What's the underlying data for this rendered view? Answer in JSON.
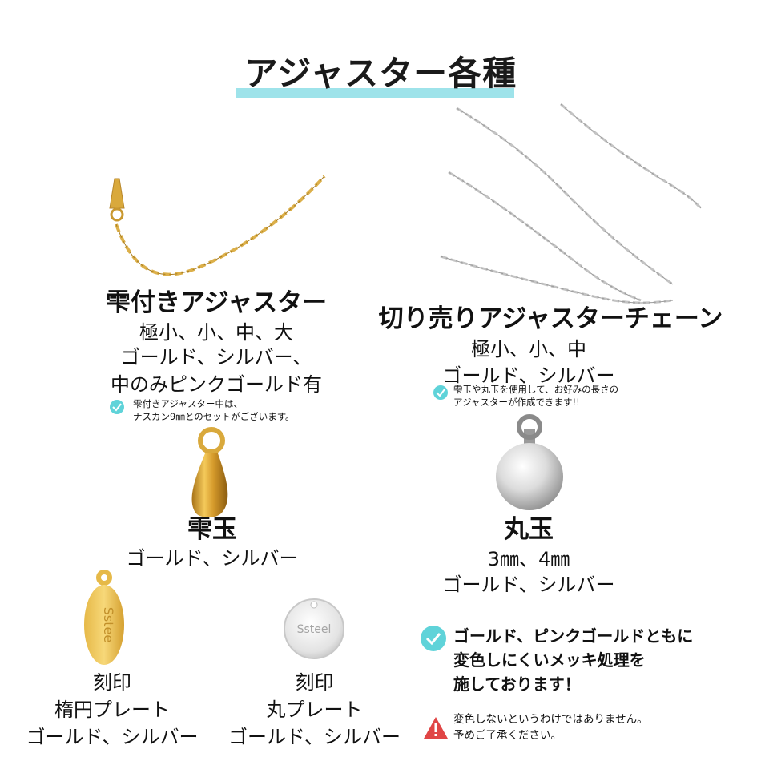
{
  "title": "アジャスター各種",
  "drop_adjuster": {
    "name": "雫付きアジャスター",
    "lines": [
      "極小、小、中、大",
      "ゴールド、シルバー、",
      "中のみピンクゴールド有"
    ],
    "note": [
      "雫付きアジャスター中は、",
      "ナスカン9㎜とのセットがございます。"
    ]
  },
  "cut_chain": {
    "name": "切り売りアジャスターチェーン",
    "lines": [
      "極小、小、中",
      "ゴールド、シルバー"
    ],
    "note": [
      "雫玉や丸玉を使用して、お好みの長さの",
      "アジャスターが作成できます!!"
    ]
  },
  "drop_ball": {
    "name": "雫玉",
    "lines": [
      "ゴールド、シルバー"
    ]
  },
  "round_ball": {
    "name": "丸玉",
    "lines": [
      "3㎜、4㎜",
      "ゴールド、シルバー"
    ]
  },
  "oval_plate": {
    "lines": [
      "刻印",
      "楕円プレート",
      "ゴールド、シルバー"
    ],
    "stamp": "Sstee"
  },
  "round_plate": {
    "lines": [
      "刻印",
      "丸プレート",
      "ゴールド、シルバー"
    ],
    "stamp": "Ssteel"
  },
  "plating_note": [
    "ゴールド、ピンクゴールドともに",
    "変色しにくいメッキ処理を",
    "施しております！"
  ],
  "warning": [
    "変色しないというわけではありません。",
    "予めご了承ください。"
  ],
  "colors": {
    "accent": "#5fd3d9",
    "underline": "#9ee3ea",
    "gold": "#d9a93c",
    "silver": "#c8c8c8",
    "warning": "#e04545"
  },
  "icons": [
    "check-icon",
    "warning-icon"
  ]
}
